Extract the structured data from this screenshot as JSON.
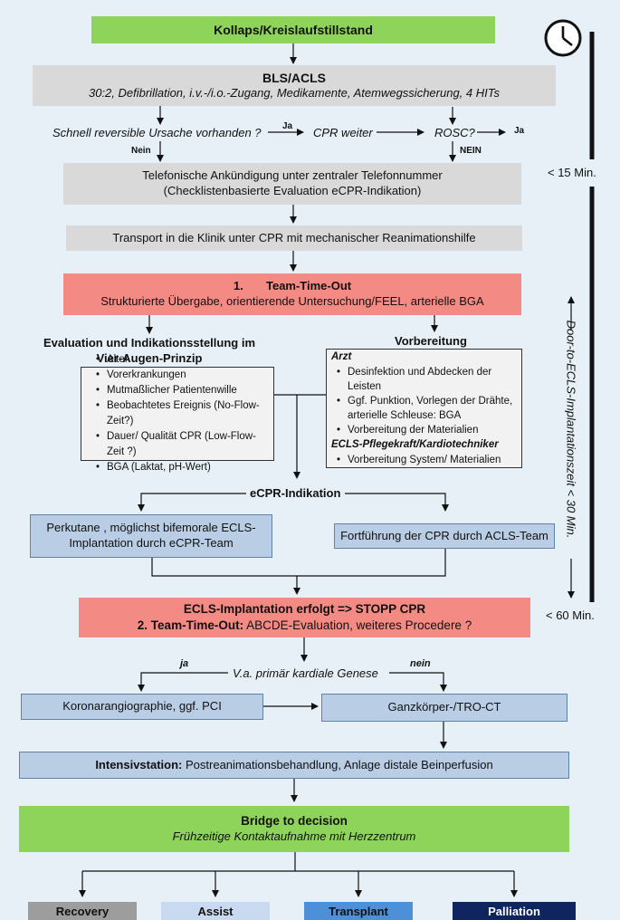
{
  "boxes": {
    "collapse": "Kollaps/Kreislaufstillstand",
    "bls_title": "BLS/ACLS",
    "bls_sub": "30:2, Defibrillation, i.v.-/i.o.-Zugang, Medikamente, Atemwegssicherung, 4 HITs",
    "reversible_question": "Schnell reversible Ursache vorhanden ?",
    "cpr_continue": "CPR weiter",
    "rosc": "ROSC?",
    "ja1": "Ja",
    "ja2": "Ja",
    "nein": "Nein",
    "nein_caps": "NEIN",
    "phone_line1": "Telefonische Ankündigung unter zentraler Telefonnummer",
    "phone_line2": "(Checklistenbasierte Evaluation eCPR-Indikation)",
    "transport": "Transport in die Klinik unter CPR mit mechanischer Reanimationshilfe",
    "tto1_title": "1.       Team-Time-Out",
    "tto1_sub": "Strukturierte Übergabe, orientierende Untersuchung/FEEL, arterielle BGA",
    "eval_title_line1": "Evaluation und Indikationsstellung im",
    "eval_title_line2": "Vier-Augen-Prinzip",
    "eval_items": [
      "Alter",
      "Vorerkrankungen",
      "Mutmaßlicher Patientenwille",
      "Beobachtetes Ereignis (No-Flow-Zeit?)",
      "Dauer/ Qualität CPR (Low-Flow-Zeit ?)",
      "BGA (Laktat, pH-Wert)"
    ],
    "prep_title": "Vorbereitung",
    "prep_arzt": "Arzt",
    "prep_arzt_items": [
      "Desinfektion und Abdecken der Leisten",
      "Ggf. Punktion, Vorlegen der Drähte, arterielle Schleuse: BGA",
      "Vorbereitung der Materialien"
    ],
    "prep_pflege": "ECLS-Pflegekraft/Kardiotechniker",
    "prep_pflege_items": [
      "Vorbereitung System/ Materialien"
    ],
    "ecpr_indication": "eCPR-Indikation",
    "percutan_line1": "Perkutane , möglichst bifemorale ECLS-",
    "percutan_line2": "Implantation durch eCPR-Team",
    "continue_acls": "Fortführung der CPR durch ACLS-Team",
    "ecls_line1": "ECLS-Implantation erfolgt => STOPP CPR",
    "ecls_line2_bold": "2. Team-Time-Out:",
    "ecls_line2_rest": " ABCDE-Evaluation, weiteres Procedere ?",
    "cardiac_question": "V.a. primär kardiale Genese",
    "ja_branch": "ja",
    "nein_branch": "nein",
    "coronary": "Koronarangiographie, ggf. PCI",
    "ct": "Ganzkörper-/TRO-CT",
    "icu_bold": "Intensivstation:",
    "icu_rest": " Postreanimationsbehandlung, Anlage distale Beinperfusion",
    "bridge_title": "Bridge to decision",
    "bridge_sub": "Frühzeitige Kontaktaufnahme mit Herzzentrum"
  },
  "outcomes": [
    {
      "label": "Recovery",
      "color": "#9d9d9d",
      "text_color": "#111111"
    },
    {
      "label": "Assist",
      "color": "#c9daf0",
      "text_color": "#111111"
    },
    {
      "label": "Transplant",
      "color": "#4d8fd8",
      "text_color": "#111111"
    },
    {
      "label": "Palliation",
      "color": "#0e2560",
      "text_color": "#ffffff"
    }
  ],
  "timeline": {
    "t15": "< 15 Min.",
    "t60": "< 60 Min.",
    "door_label": "Door-to-ECLS-Implantationszeit < 30 Min."
  },
  "icons": {
    "clock": "clock-icon"
  }
}
